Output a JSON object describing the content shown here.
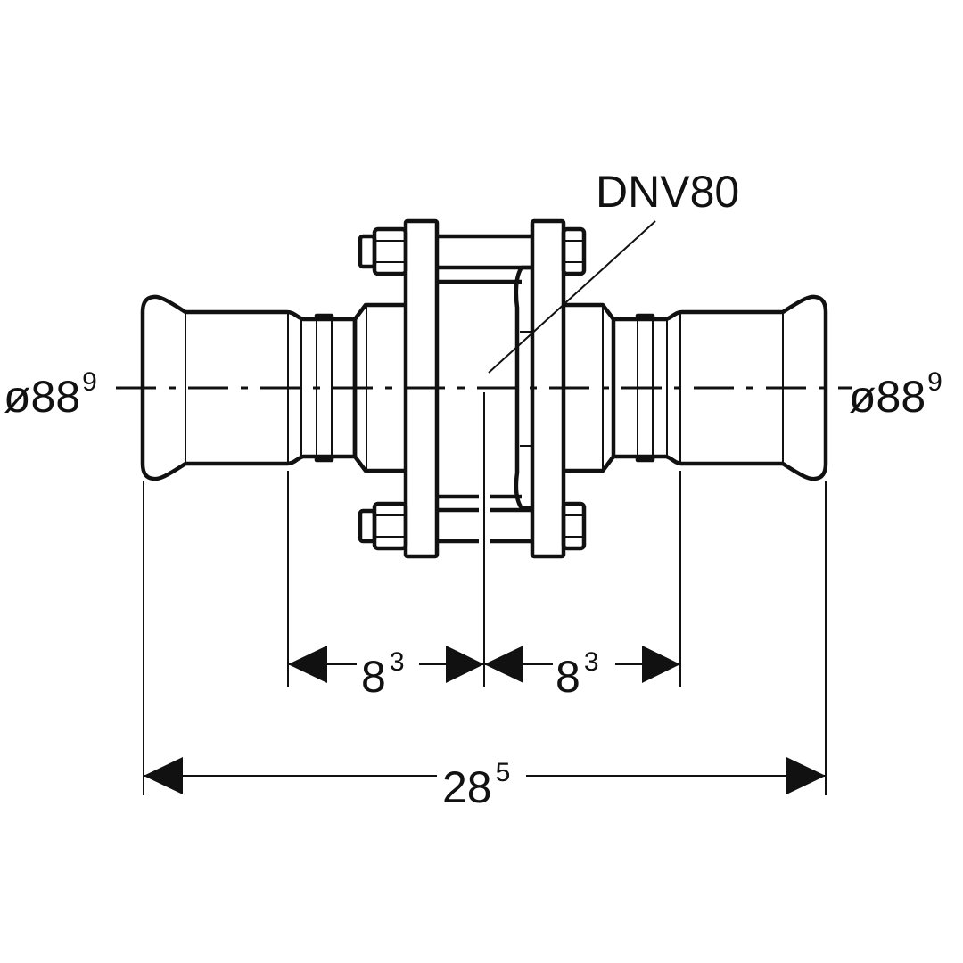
{
  "labels": {
    "valve_type": "DNV80",
    "left_diameter": {
      "main": "ø88",
      "sup": "9"
    },
    "right_diameter": {
      "main": "ø88",
      "sup": "9"
    },
    "left_inner_length": {
      "main": "8",
      "sup": "3"
    },
    "right_inner_length": {
      "main": "8",
      "sup": "3"
    },
    "overall_length": {
      "main": "28",
      "sup": "5"
    }
  }
}
